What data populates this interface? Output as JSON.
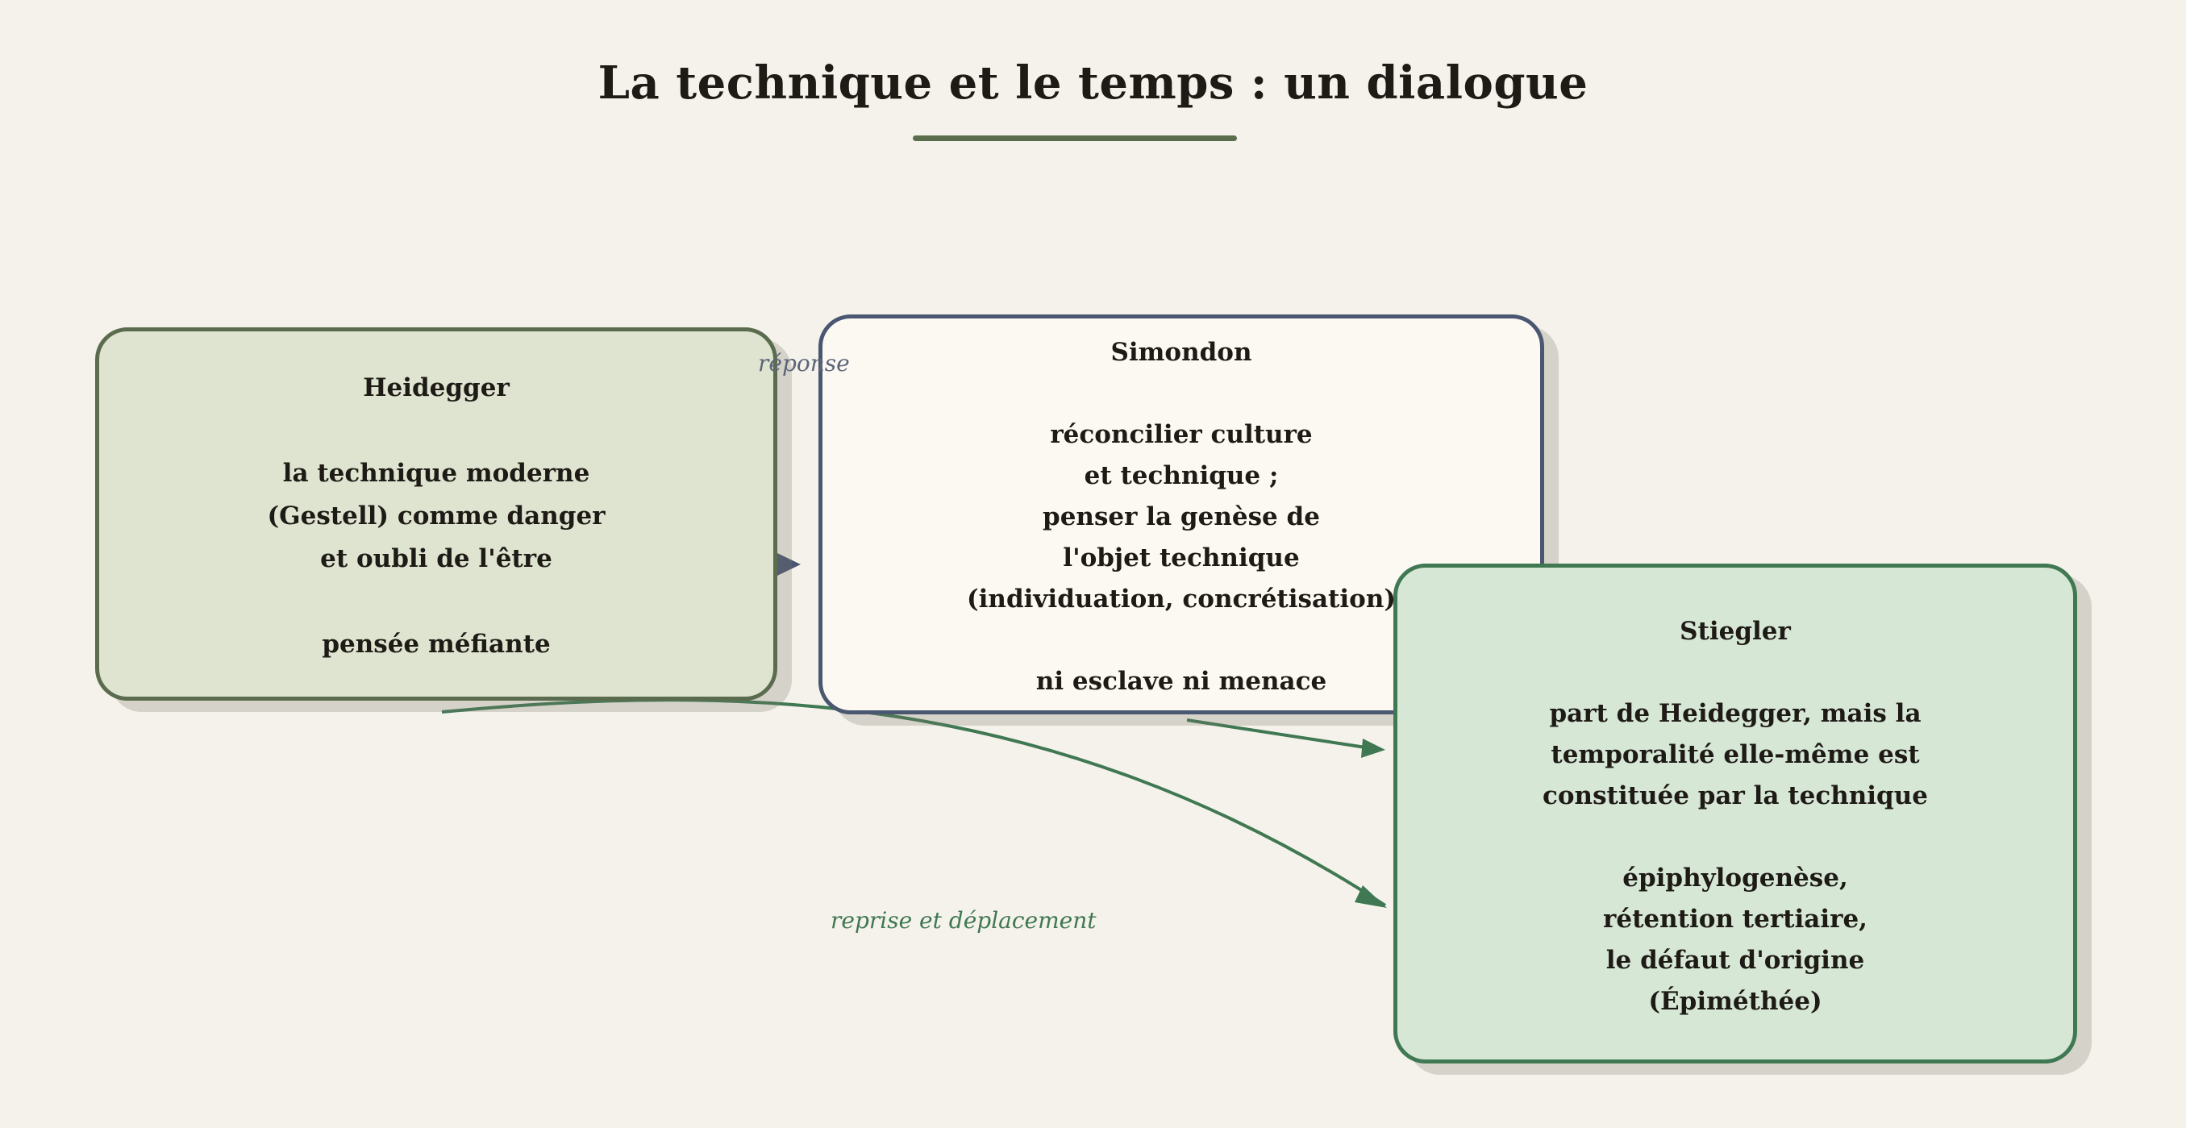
{
  "title": "La technique et le temps : un dialogue",
  "colors": {
    "background": "#f5f2eb",
    "heidegger_fill": "#dee4d0",
    "heidegger_border": "#5b6b4d",
    "simondon_fill": "#fcf9f3",
    "simondon_border": "#4a5770",
    "stiegler_fill": "#d6e7d6",
    "stiegler_border": "#3f7852",
    "accent": "#5a6e4b"
  },
  "nodes": {
    "heidegger": {
      "lines": [
        "Heidegger",
        "",
        "la technique moderne",
        "(Gestell) comme danger",
        "et oubli de l'être",
        "",
        "pensée méfiante"
      ]
    },
    "simondon": {
      "lines": [
        "Simondon",
        "",
        "réconcilier culture",
        "et technique ;",
        "penser la genèse de",
        "l'objet technique",
        "(individuation, concrétisation)",
        "",
        "ni esclave ni menace"
      ]
    },
    "stiegler": {
      "lines": [
        "Stiegler",
        "",
        "part de Heidegger, mais la",
        "temporalité elle-même est",
        "constituée par la technique",
        "",
        "épiphylogenèse,",
        "rétention tertiaire,",
        "le défaut d'origine",
        "(Épiméthée)"
      ]
    }
  },
  "edges": {
    "heidegger_simondon": {
      "label": "réponse"
    },
    "simondon_stiegler": {
      "label": ""
    },
    "heidegger_stiegler": {
      "label": "reprise et déplacement"
    }
  }
}
